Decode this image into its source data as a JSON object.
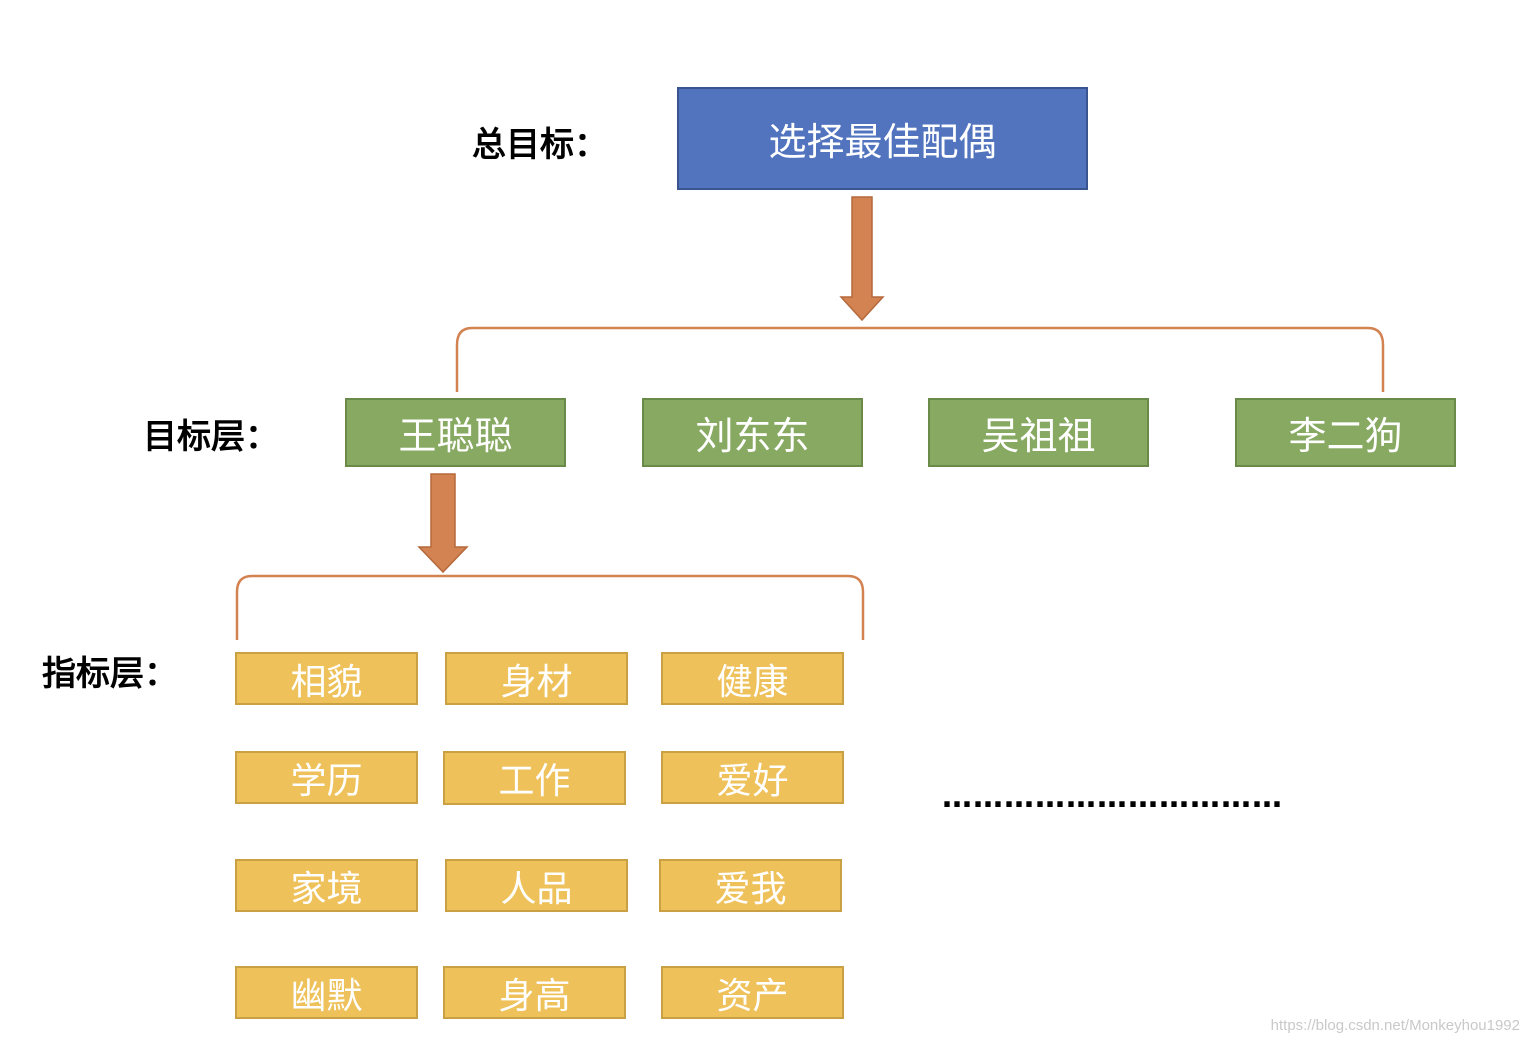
{
  "labels": {
    "goal": "总目标：",
    "alternatives": "目标层：",
    "criteria": "指标层："
  },
  "goal_box": "选择最佳配偶",
  "alternatives": [
    "王聪聪",
    "刘东东",
    "吴祖祖",
    "李二狗"
  ],
  "criteria": [
    "相貌",
    "身材",
    "健康",
    "学历",
    "工作",
    "爱好",
    "家境",
    "人品",
    "爱我",
    "幽默",
    "身高",
    "资产"
  ],
  "ellipsis": "……………………………",
  "watermark": "https://blog.csdn.net/Monkeyhou1992",
  "colors": {
    "goal": "#5274bf",
    "alternative": "#87a962",
    "criterion": "#eec15b",
    "arrow": "#d38351",
    "bracket": "#d38351"
  }
}
